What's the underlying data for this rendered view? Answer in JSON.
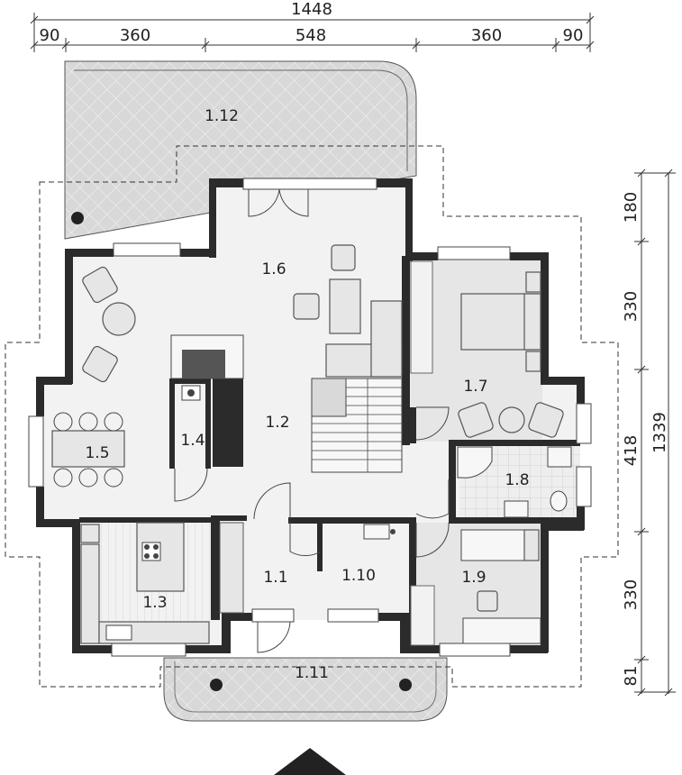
{
  "dimensions": {
    "top_total": "1448",
    "top_segments": [
      "90",
      "360",
      "548",
      "360",
      "90"
    ],
    "right_segments": [
      "180",
      "330",
      "418",
      "330",
      "81"
    ],
    "right_total": "1339"
  },
  "rooms": {
    "r1_1": "1.1",
    "r1_2": "1.2",
    "r1_3": "1.3",
    "r1_4": "1.4",
    "r1_5": "1.5",
    "r1_6": "1.6",
    "r1_7": "1.7",
    "r1_8": "1.8",
    "r1_9": "1.9",
    "r1_10": "1.10",
    "r1_11": "1.11",
    "r1_12": "1.12"
  },
  "colors": {
    "wall": "#2b2b2b",
    "floor": "#f2f2f2",
    "terrace": "#d9d9d9",
    "bath_tile": "#eeeeee",
    "furniture": "#e6e6e6"
  }
}
